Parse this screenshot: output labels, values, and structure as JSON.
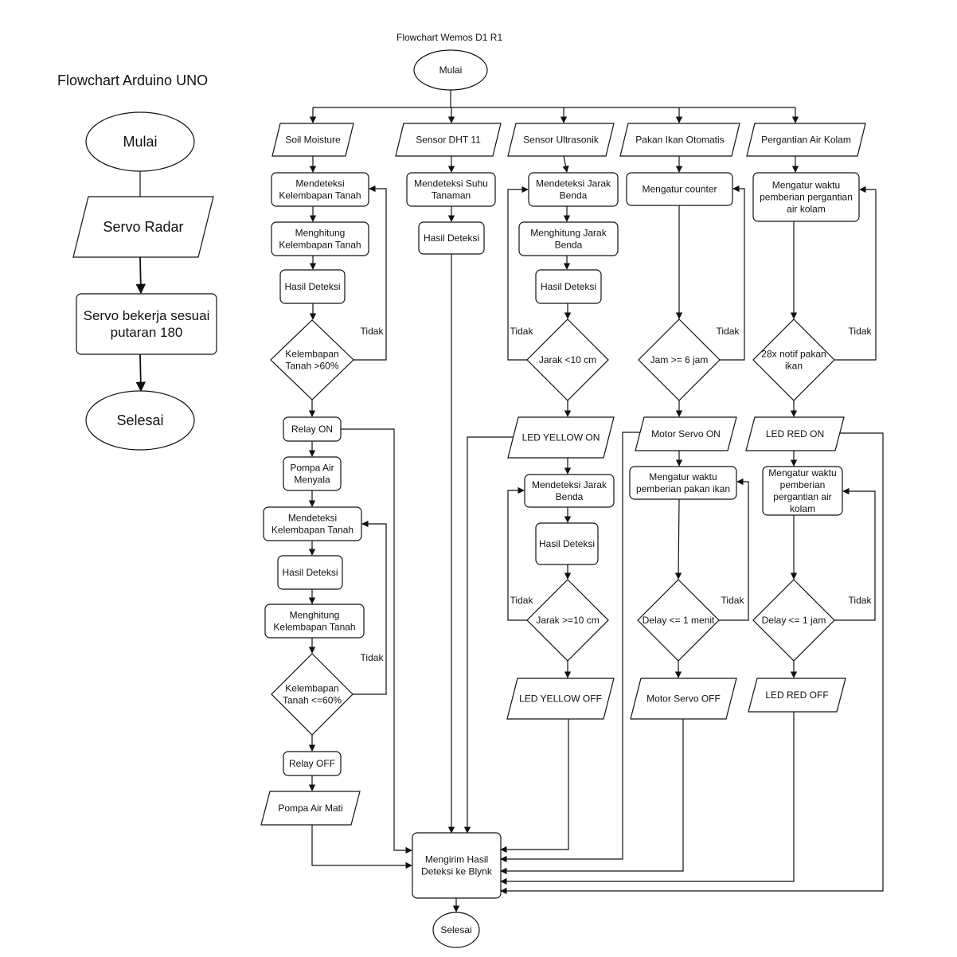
{
  "titles": {
    "arduino_uno": "Flowchart Arduino UNO",
    "wemos": "Flowchart Wemos D1 R1"
  },
  "uno": {
    "start": "Mulai",
    "servo_radar": "Servo Radar",
    "servo_work": [
      "Servo bekerja sesuai",
      "putaran 180"
    ],
    "end": "Selesai"
  },
  "wemos": {
    "start": "Mulai",
    "end": "Selesai",
    "send": [
      "Mengirim Hasil",
      "Deteksi ke Blynk"
    ],
    "branch_labels": {
      "no": "Tidak"
    },
    "soil": {
      "input": "Soil Moisture",
      "detect1": [
        "Mendeteksi",
        "Kelembapan Tanah"
      ],
      "calc1": [
        "Menghitung",
        "Kelembapan Tanah"
      ],
      "result1": "Hasil Deteksi",
      "decision1": [
        "Kelembapan",
        "Tanah >60%"
      ],
      "relay_on": "Relay ON",
      "pump_on": [
        "Pompa Air",
        "Menyala"
      ],
      "detect2": [
        "Mendeteksi",
        "Kelembapan Tanah"
      ],
      "result2": "Hasil Deteksi",
      "calc2": [
        "Menghitung",
        "Kelembapan Tanah"
      ],
      "decision2": [
        "Kelembapan",
        "Tanah <=60%"
      ],
      "relay_off": "Relay OFF",
      "pump_off": "Pompa Air Mati"
    },
    "dht": {
      "input": "Sensor DHT 11",
      "detect": [
        "Mendeteksi Suhu",
        "Tanaman"
      ],
      "result": "Hasil Deteksi"
    },
    "ultra": {
      "input": "Sensor Ultrasonik",
      "detect1": [
        "Mendeteksi Jarak",
        "Benda"
      ],
      "calc1": [
        "Menghitung Jarak",
        "Benda"
      ],
      "result1": "Hasil Deteksi",
      "decision1": "Jarak <10 cm",
      "led_on": "LED YELLOW ON",
      "detect2": [
        "Mendeteksi Jarak",
        "Benda"
      ],
      "result2": "Hasil Deteksi",
      "decision2": "Jarak >=10 cm",
      "led_off": "LED YELLOW OFF"
    },
    "feeder": {
      "input": "Pakan Ikan Otomatis",
      "counter": "Mengatur counter",
      "decision1": "Jam >= 6 jam",
      "servo_on": "Motor Servo ON",
      "set_time": [
        "Mengatur waktu",
        "pemberian pakan ikan"
      ],
      "decision2": "Delay  <= 1 menit",
      "servo_off": "Motor Servo OFF"
    },
    "water": {
      "input": "Pergantian Air Kolam",
      "set_time1": [
        "Mengatur waktu",
        "pemberian pergantian",
        "air kolam"
      ],
      "decision1": [
        "28x notif pakan",
        "ikan"
      ],
      "led_on": "LED RED ON",
      "set_time2": [
        "Mengatur waktu",
        "pemberian",
        "pergantian air",
        "kolam"
      ],
      "decision2": "Delay <= 1 jam",
      "led_off": "LED RED OFF"
    }
  }
}
